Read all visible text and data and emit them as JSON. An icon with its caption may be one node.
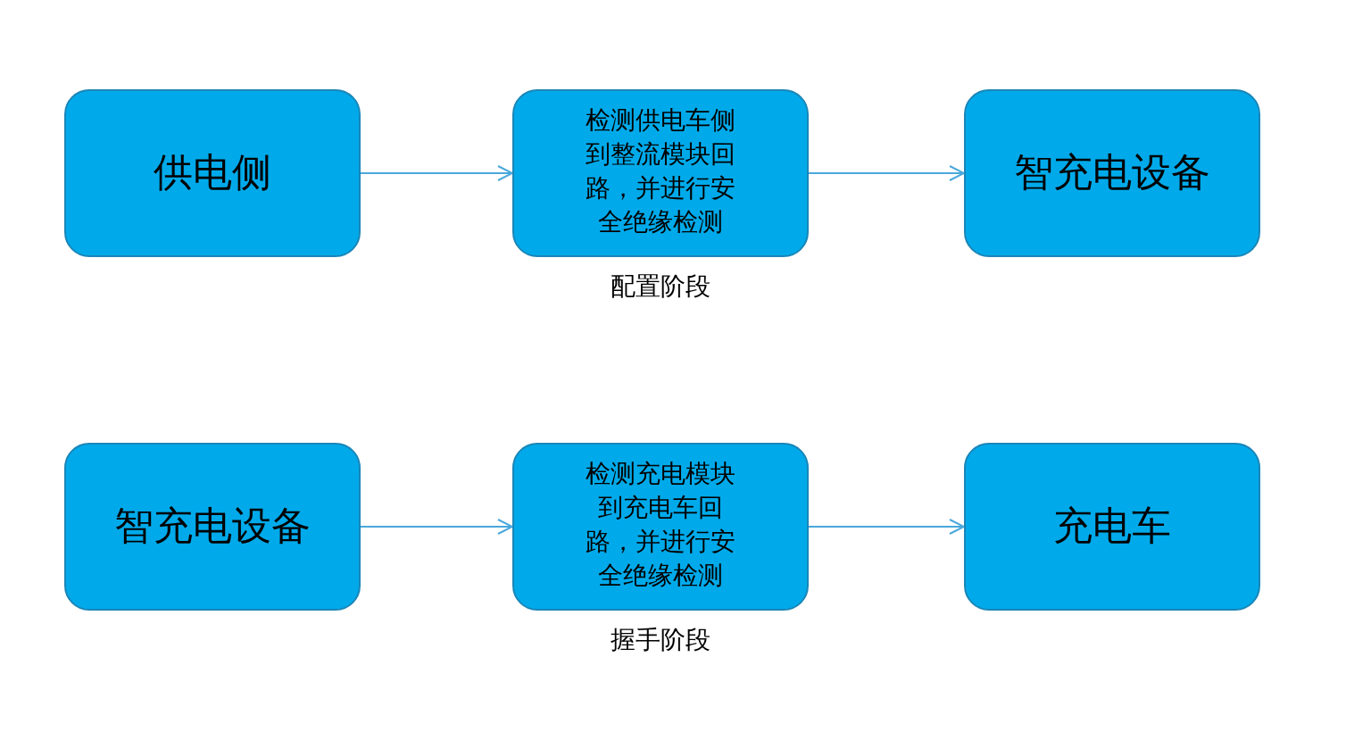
{
  "diagram": {
    "nodes": [
      {
        "text": [
          "供电侧"
        ]
      },
      {
        "text": [
          "检测供电车侧到整流模块回路，并进行安全绝缘检测"
        ],
        "beside": [
          "配置阶段"
        ]
      },
      {
        "text": [
          "智充电设备"
        ]
      },
      {
        "text": [
          "智充电设备"
        ]
      },
      {
        "text": [
          "检测充电模块到充电车回路，并进行安全绝缘检测"
        ],
        "beside": [
          "握手阶段"
        ]
      },
      {
        "text": [
          "充电车"
        ]
      }
    ],
    "edges": [
      {
        "from": 0,
        "to": 1,
        "arrow": "to"
      },
      {
        "from": 1,
        "to": 2,
        "arrow": "to"
      },
      {
        "from": 3,
        "to": 4,
        "arrow": "to"
      },
      {
        "from": 4,
        "to": 5,
        "arrow": "to"
      }
    ]
  }
}
